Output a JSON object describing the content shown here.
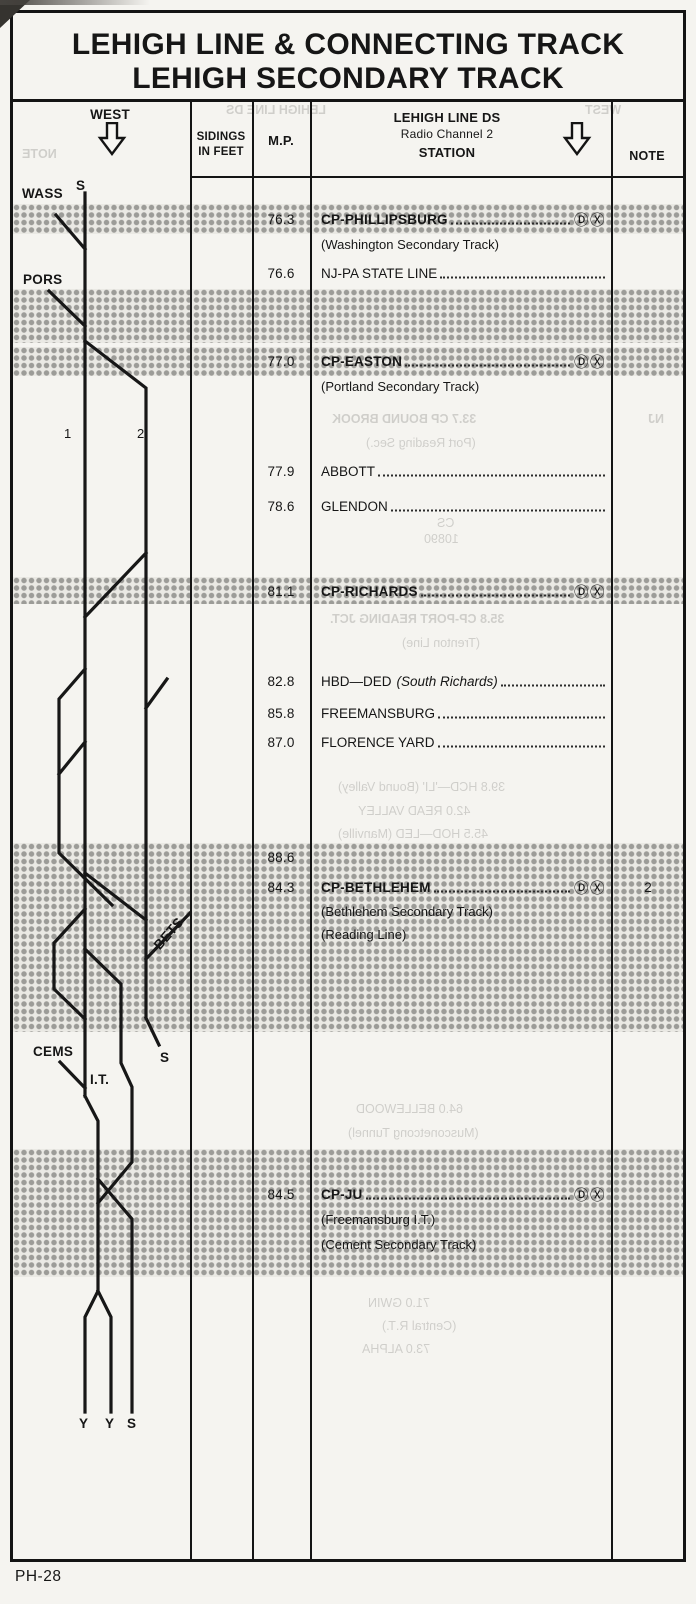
{
  "title": {
    "line1": "LEHIGH LINE & CONNECTING TRACK",
    "line2": "LEHIGH SECONDARY TRACK"
  },
  "header": {
    "west": "WEST",
    "sidings_l1": "SIDINGS",
    "sidings_l2": "IN FEET",
    "mp": "M.P.",
    "station_l1": "LEHIGH LINE DS",
    "station_l2": "Radio Channel 2",
    "station_l3": "STATION",
    "note": "NOTE"
  },
  "diagram": {
    "labels": {
      "wass": "WASS",
      "s_top": "S",
      "pors": "PORS",
      "track1": "1",
      "track2": "2",
      "bets": "BETS",
      "cems": "CEMS",
      "s_mid": "S",
      "it": "I.T.",
      "y1": "Y",
      "y2": "Y",
      "s_bottom": "S"
    }
  },
  "rows": [
    {
      "mp": "76.3",
      "station": "CP-PHILLIPSBURG",
      "symbols": "ⒹⓍ"
    },
    {
      "station": "(Washington Secondary Track)"
    },
    {
      "mp": "76.6",
      "station": "NJ-PA STATE LINE"
    },
    {
      "mp": "77.0",
      "station": "CP-EASTON",
      "symbols": "ⒹⓍ"
    },
    {
      "station": "(Portland Secondary Track)"
    },
    {
      "mp": "77.9",
      "station": "ABBOTT"
    },
    {
      "mp": "78.6",
      "station": "GLENDON"
    },
    {
      "mp": "81.1",
      "station": "CP-RICHARDS",
      "symbols": "ⒹⓍ"
    },
    {
      "mp": "82.8",
      "station": "HBD—DED",
      "station_detail": "(South Richards)"
    },
    {
      "mp": "85.8",
      "station": "FREEMANSBURG"
    },
    {
      "mp": "87.0",
      "station": "FLORENCE YARD"
    },
    {
      "mp": "88.6",
      "station": ""
    },
    {
      "mp": "84.3",
      "station": "CP-BETHLEHEM",
      "symbols": "ⒹⓍ",
      "note": "2"
    },
    {
      "station": "(Bethlehem Secondary Track)"
    },
    {
      "station": "(Reading Line)"
    },
    {
      "mp": "84.5",
      "station": "CP-JU",
      "symbols": "ⒹⓍ"
    },
    {
      "station": "(Freemansburg I.T.)"
    },
    {
      "station": "(Cement Secondary Track)"
    }
  ],
  "footer": {
    "page_code": "PH-28"
  },
  "bleedthrough": [
    "WEST",
    "LEHIGH LINE DS",
    "NOTE",
    "NJ",
    "33.7   CP BOUND BROOK",
    "(Port Reading Sec.)",
    "CS",
    "10890",
    "35.8   CP-PORT READING JCT.",
    "(Trenton Line)",
    "39.8   HCD—'LI' (Bound Valley)",
    "42.0   READ VALLEY",
    "45.5   HOD—LED (Manville)",
    "64.0   BELLEWOOD",
    "(Musconetcong Tunnel)",
    "71.0   GWIN",
    "(Central R.T.)",
    "73.0   ALPHA"
  ]
}
